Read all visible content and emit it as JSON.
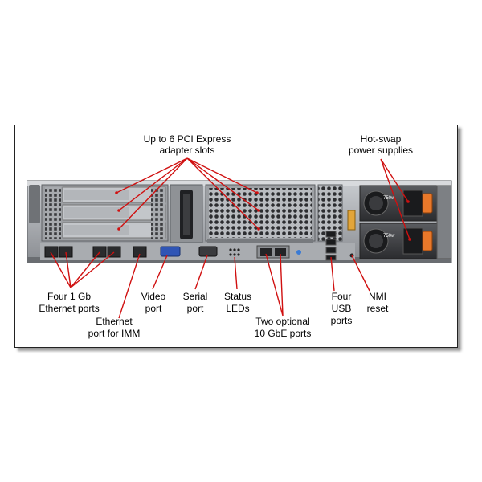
{
  "labels": {
    "pci_slots": [
      "Up to 6 PCI Express",
      "adapter slots"
    ],
    "power_supplies": [
      "Hot-swap",
      "power supplies"
    ],
    "ethernet_1gb": [
      "Four 1 Gb",
      "Ethernet ports"
    ],
    "ethernet_imm": [
      "Ethernet",
      "port for IMM"
    ],
    "video_port": [
      "Video",
      "port"
    ],
    "serial_port": [
      "Serial",
      "port"
    ],
    "status_leds": [
      "Status",
      "LEDs"
    ],
    "optional_10gbe": [
      "Two optional",
      "10 GbE ports"
    ],
    "usb_ports": [
      "Four",
      "USB",
      "ports"
    ],
    "nmi_reset": [
      "NMI",
      "reset"
    ]
  },
  "psu_rating": "750w",
  "colors": {
    "callout": "#d01010",
    "chassis": "#8c8f94",
    "psu_latch": "#e8782a"
  }
}
